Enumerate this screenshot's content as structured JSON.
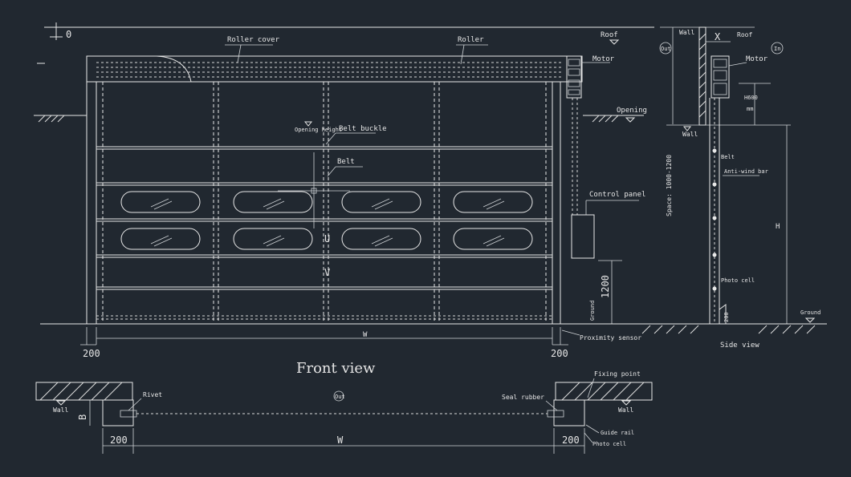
{
  "drawing": {
    "bg_color": "#212830",
    "line_color": "#e8e8e8"
  },
  "front": {
    "title": "Front view",
    "labels": {
      "zero": "0",
      "roller_cover": "Roller cover",
      "roller": "Roller",
      "roof": "Roof",
      "motor": "Motor",
      "opening": "Opening",
      "opening_height": "Opening height",
      "belt_buckle": "Belt buckle",
      "belt": "Belt",
      "control_panel": "Control panel",
      "dim_1200": "1200",
      "ground": "Ground",
      "width": "W",
      "left_200": "200",
      "right_200": "200",
      "proximity_sensor": "Proximity sensor",
      "u_mark": "U",
      "arrow_mark": "V"
    }
  },
  "side": {
    "title": "Side view",
    "labels": {
      "wall_top": "Wall",
      "x": "X",
      "roof": "Roof",
      "out": "Out",
      "in": "In",
      "motor": "Motor",
      "h600": "H600",
      "mm": "mm",
      "wall": "Wall",
      "space": "Space: 1000-1200",
      "belt": "Belt",
      "anti_wind_bar": "Anti-wind bar",
      "h": "H",
      "photo_cell": "Photo cell",
      "ground": "Ground",
      "dim_200": "200"
    }
  },
  "top": {
    "labels": {
      "fixing_point": "Fixing point",
      "rivet": "Rivet",
      "out": "Out",
      "seal_rubber": "Seal rubber",
      "wall_left": "Wall",
      "wall_right": "Wall",
      "b": "B",
      "guide_rail": "Guide rail",
      "photo_cell": "Photo cell",
      "left_200": "200",
      "right_200": "200",
      "width": "W"
    }
  }
}
